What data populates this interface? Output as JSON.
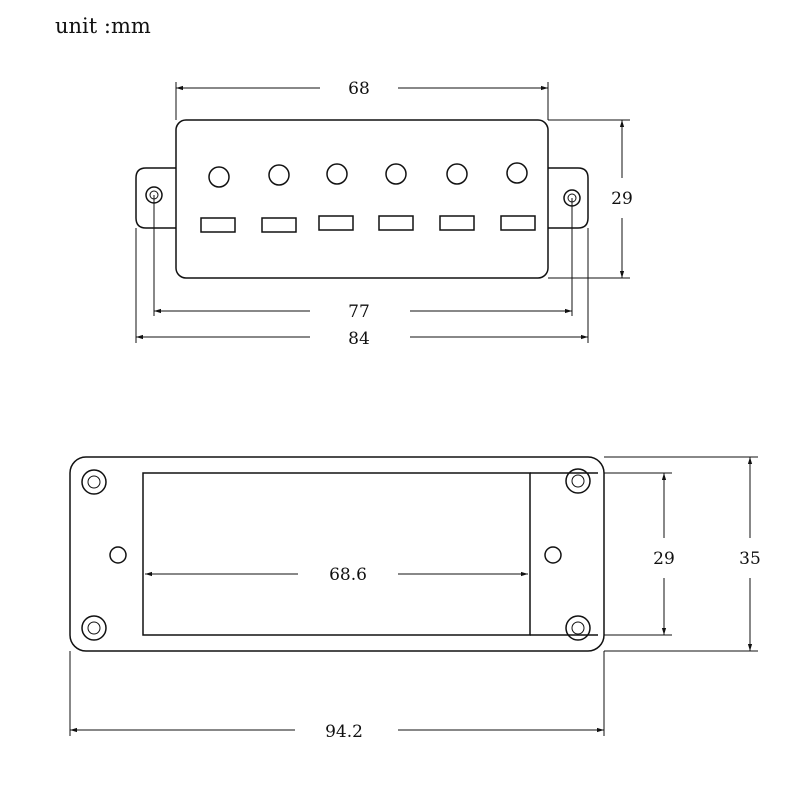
{
  "unit_label": "unit :mm",
  "pickup_top_view": {
    "width_label": "68",
    "height_label": "29",
    "hole_spacing_label": "77",
    "overall_width_label": "84"
  },
  "mounting_ring": {
    "opening_width_label": "68.6",
    "opening_height_label": "29",
    "overall_height_label": "35",
    "overall_width_label": "94.2"
  },
  "colors": {
    "line": "#111111",
    "background": "#ffffff"
  }
}
